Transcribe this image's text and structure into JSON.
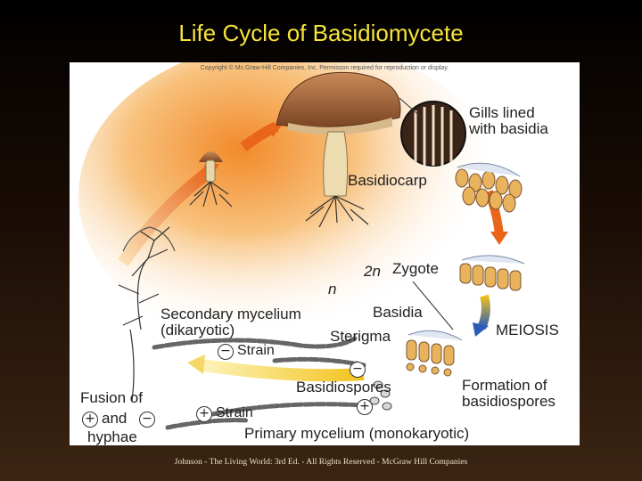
{
  "title": "Life Cycle of Basidiomycete",
  "copyright": "Copyright © Mc.Graw-Hill Companies, Inc. Permisson required for reproduction or display.",
  "labels": {
    "gills": "Gills lined\nwith basidia",
    "basidiocarp": "Basidiocarp",
    "two_n": "2n",
    "zygote": "Zygote",
    "n": "n",
    "secondary_mycelium": "Secondary mycelium\n(dikaryotic)",
    "basidia": "Basidia",
    "sterigma": "Sterigma",
    "meiosis": "MEIOSIS",
    "strain_minus": "Strain",
    "basidiospores": "Basidiospores",
    "formation": "Formation of\nbasidiospores",
    "fusion_of": "Fusion of",
    "and": "and",
    "hyphae": "hyphae",
    "strain_plus": "Strain",
    "primary_mycelium": "Primary mycelium (monokaryotic)",
    "minus_sign": "−",
    "plus_sign": "+"
  },
  "footer": "Johnson - The Living World: 3rd Ed. - All Rights Reserved - McGraw Hill Companies",
  "colors": {
    "title": "#f6e43a",
    "arrow_orange": "#e8651a",
    "arrow_yellow": "#f2c21c",
    "arrow_blue": "#2a5cb8",
    "mushroom_cap": "#a8683c",
    "stalk": "#e8d7a8",
    "cell": "#e9b25c"
  }
}
